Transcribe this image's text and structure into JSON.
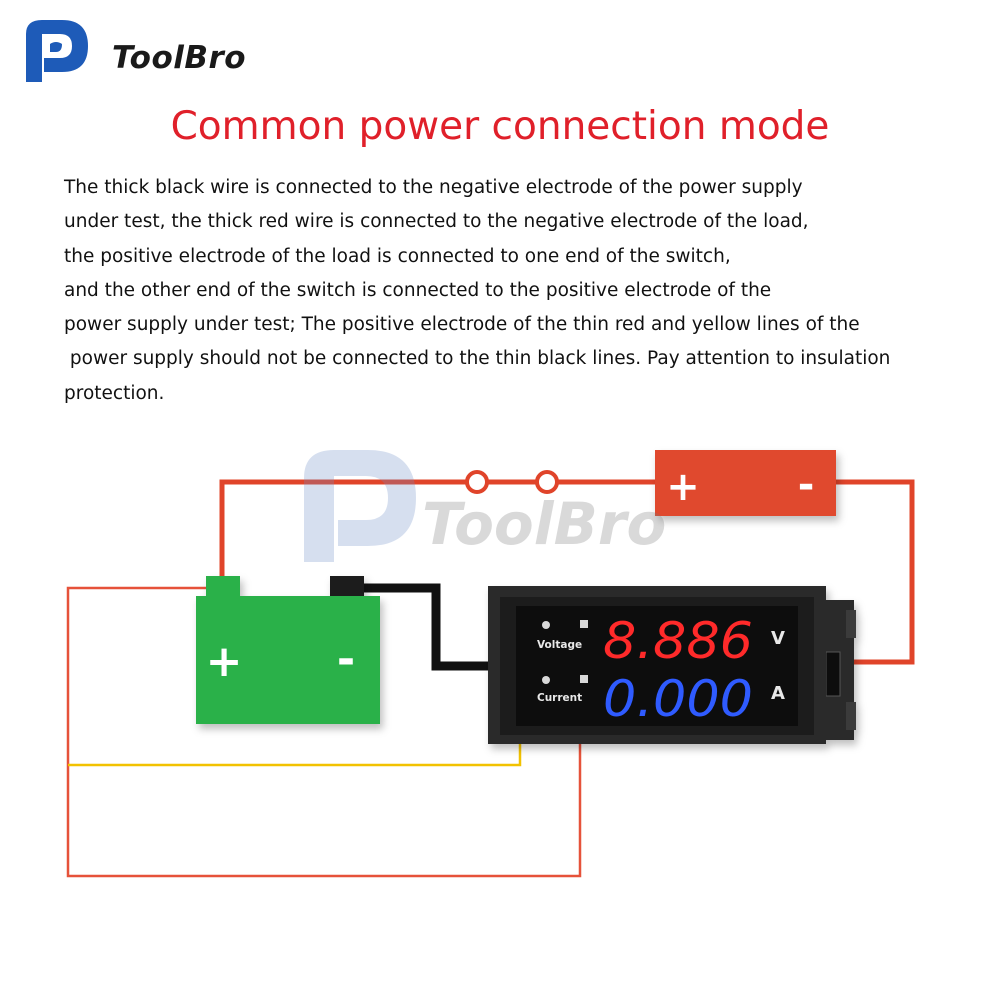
{
  "brand": {
    "name": "ToolBro",
    "colors": {
      "blue": "#1e5bb8",
      "dark": "#1a1a1a"
    }
  },
  "title": "Common power connection mode",
  "description_lines": [
    "The thick black wire is connected to the negative electrode of the power supply",
    "under test, the thick red wire is connected to the negative electrode of the load,",
    "the positive electrode of the load is connected to one end of the switch,",
    "and the other end of the switch is connected to the positive electrode of the",
    "power supply under test; The positive electrode of the thin red and yellow lines of the",
    " power supply should not be connected to the thin black lines. Pay attention to insulation",
    "protection."
  ],
  "diagram": {
    "load": {
      "plus": "+",
      "minus": "-",
      "color": "#e04a2e"
    },
    "battery": {
      "plus": "+",
      "minus": "-",
      "color": "#2bb14a"
    },
    "meter": {
      "voltage_label": "Voltage",
      "current_label": "Current",
      "voltage_reading": "8.886",
      "current_reading": "0.000",
      "voltage_unit": "V",
      "current_unit": "A",
      "voltage_color": "#ff2a2a",
      "current_color": "#2f5bff"
    },
    "wire_colors": {
      "red": "#e0442a",
      "black": "#111111",
      "thin_red": "#e6523a",
      "thin_yellow": "#f2c200"
    }
  }
}
